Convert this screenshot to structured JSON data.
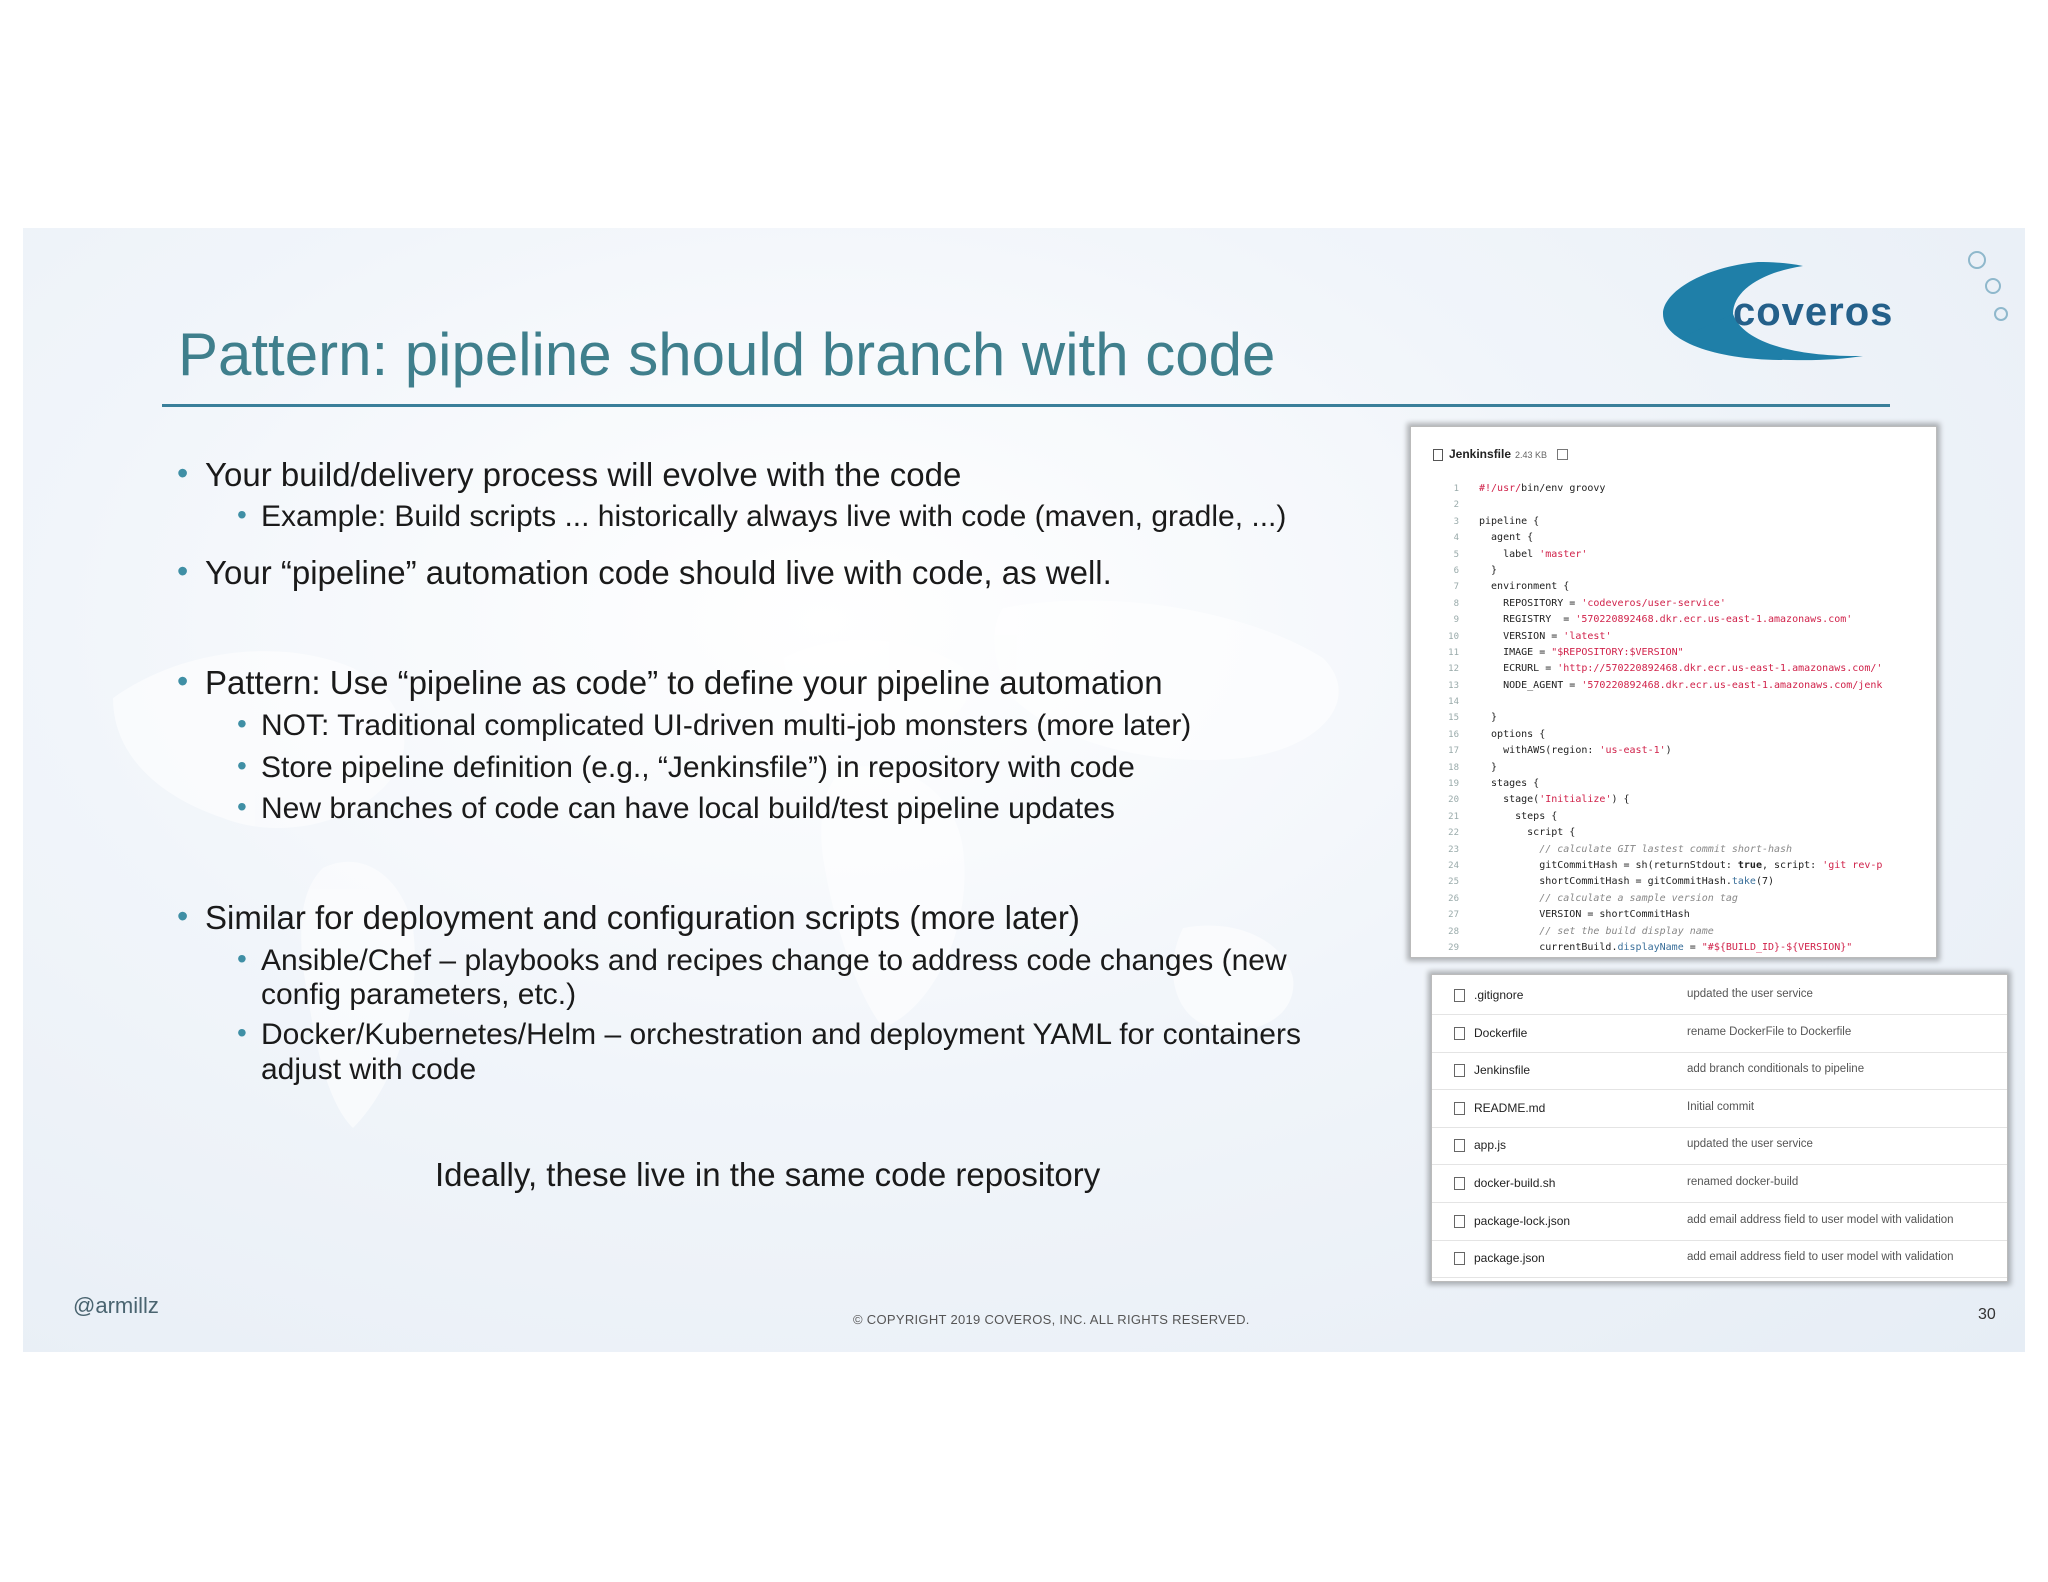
{
  "slide": {
    "title": "Pattern: pipeline should branch with code",
    "logo_text": "coveros",
    "bullets": [
      {
        "text": "Your build/delivery process will evolve with the code"
      },
      {
        "text": "Example: Build scripts ... historically always live with code (maven, gradle, ...)"
      },
      {
        "text": "Your “pipeline” automation code should live with code, as well."
      },
      {
        "text": "Pattern: Use “pipeline as code” to define your pipeline automation"
      },
      {
        "text": "NOT: Traditional complicated UI-driven multi-job monsters (more later)"
      },
      {
        "text": "Store pipeline definition (e.g., “Jenkinsfile”) in repository with code"
      },
      {
        "text": "New branches of code can have local build/test pipeline updates"
      },
      {
        "text": "Similar for deployment and configuration scripts (more later)"
      },
      {
        "text": "Ansible/Chef – playbooks and recipes change to address code changes (new",
        "text2": "config parameters, etc.)"
      },
      {
        "text": "Docker/Kubernetes/Helm – orchestration and deployment YAML for containers",
        "text2": "adjust with code"
      }
    ],
    "center_note": "Ideally, these live in the same code repository",
    "footer": {
      "handle": "@armillz",
      "copyright": "© COPYRIGHT 2019 COVEROS, INC. ALL RIGHTS RESERVED.",
      "page_number": "30"
    }
  },
  "code_screenshot": {
    "file_name": "Jenkinsfile",
    "file_size": "2.43 KB",
    "lines": [
      {
        "n": "1",
        "html": "<span class=\"s\">#!/usr/</span>bin/env groovy"
      },
      {
        "n": "2",
        "html": ""
      },
      {
        "n": "3",
        "html": "pipeline {"
      },
      {
        "n": "4",
        "html": "  agent {"
      },
      {
        "n": "5",
        "html": "    label <span class=\"s\">'master'</span>"
      },
      {
        "n": "6",
        "html": "  }"
      },
      {
        "n": "7",
        "html": "  environment {"
      },
      {
        "n": "8",
        "html": "    REPOSITORY = <span class=\"s\">'codeveros/user-service'</span>"
      },
      {
        "n": "9",
        "html": "    REGISTRY  = <span class=\"s\">'570220892468.dkr.ecr.us-east-1.amazonaws.com'</span>"
      },
      {
        "n": "10",
        "html": "    VERSION = <span class=\"s\">'latest'</span>"
      },
      {
        "n": "11",
        "html": "    IMAGE = <span class=\"s\">\"$REPOSITORY:$VERSION\"</span>"
      },
      {
        "n": "12",
        "html": "    ECRURL = <span class=\"s\">'http://570220892468.dkr.ecr.us-east-1.amazonaws.com/'</span>"
      },
      {
        "n": "13",
        "html": "    NODE_AGENT = <span class=\"s\">'570220892468.dkr.ecr.us-east-1.amazonaws.com/jenk</span>"
      },
      {
        "n": "14",
        "html": ""
      },
      {
        "n": "15",
        "html": "  }"
      },
      {
        "n": "16",
        "html": "  options {"
      },
      {
        "n": "17",
        "html": "    withAWS(region: <span class=\"s\">'us-east-1'</span>)"
      },
      {
        "n": "18",
        "html": "  }"
      },
      {
        "n": "19",
        "html": "  stages {"
      },
      {
        "n": "20",
        "html": "    stage(<span class=\"s\">'Initialize'</span>) {"
      },
      {
        "n": "21",
        "html": "      steps {"
      },
      {
        "n": "22",
        "html": "        script {"
      },
      {
        "n": "23",
        "html": "          <span class=\"c\">// calculate GIT lastest commit short-hash</span>"
      },
      {
        "n": "24",
        "html": "          gitCommitHash = sh(returnStdout: <span class=\"k\">true</span>, script: <span class=\"s\">'git rev-p</span>"
      },
      {
        "n": "25",
        "html": "          shortCommitHash = gitCommitHash.<span class=\"f\">take</span>(7)"
      },
      {
        "n": "26",
        "html": "          <span class=\"c\">// calculate a sample version tag</span>"
      },
      {
        "n": "27",
        "html": "          VERSION = shortCommitHash"
      },
      {
        "n": "28",
        "html": "          <span class=\"c\">// set the build display name</span>"
      },
      {
        "n": "29",
        "html": "          currentBuild.<span class=\"f\">displayName</span> = <span class=\"s\">\"#${BUILD_ID}-${VERSION}\"</span>"
      }
    ]
  },
  "files_screenshot": {
    "files": [
      {
        "name": ".gitignore",
        "message": "updated the user service"
      },
      {
        "name": "Dockerfile",
        "message": "rename DockerFile to Dockerfile"
      },
      {
        "name": "Jenkinsfile",
        "message": "add branch conditionals to pipeline"
      },
      {
        "name": "README.md",
        "message": "Initial commit"
      },
      {
        "name": "app.js",
        "message": "updated the user service"
      },
      {
        "name": "docker-build.sh",
        "message": "renamed docker-build"
      },
      {
        "name": "package-lock.json",
        "message": "add email address field to user model with validation"
      },
      {
        "name": "package.json",
        "message": "add email address field to user model with validation"
      }
    ]
  },
  "colors": {
    "title": "#3f7f8c",
    "rule": "#3a7f9a",
    "bullet": "#3f8fa5",
    "logo_blue": "#1f7fa8",
    "logo_text": "#24608a"
  }
}
